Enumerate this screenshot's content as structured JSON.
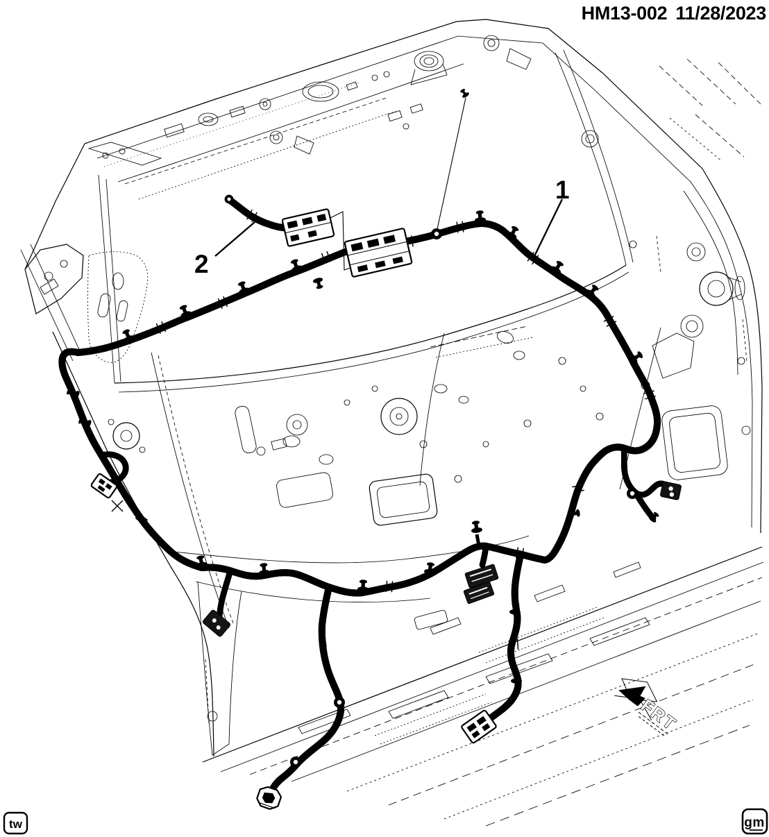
{
  "header": {
    "document_id": "HM13-002",
    "date": "11/28/2023"
  },
  "callouts": [
    {
      "label": "1"
    },
    {
      "label": "2"
    }
  ],
  "direction_indicator": {
    "label": "FRT"
  },
  "footer": {
    "left_badge": "tw",
    "right_badge": "gm"
  },
  "colors": {
    "ink": "#000000",
    "background": "#ffffff"
  }
}
